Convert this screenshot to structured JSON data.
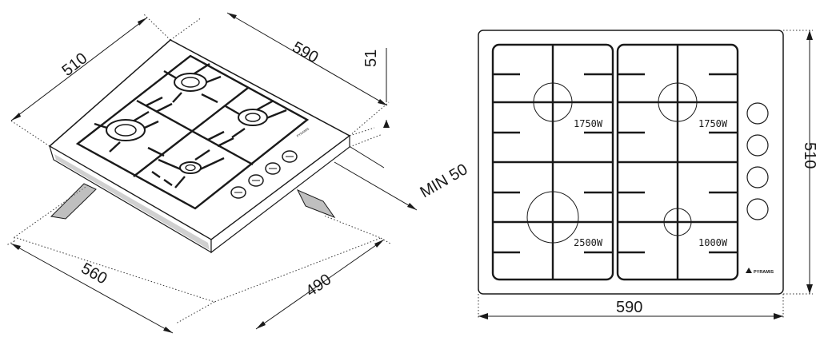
{
  "iso_view": {
    "dim_depth": "510",
    "dim_width": "590",
    "dim_height": "51",
    "dim_min_clearance": "MIN 50",
    "dim_cutout_width": "560",
    "dim_cutout_depth": "490",
    "brand": "PYRAMIS"
  },
  "top_view": {
    "burners": [
      {
        "position": "rear-left",
        "power": "1750W"
      },
      {
        "position": "rear-right",
        "power": "1750W"
      },
      {
        "position": "front-left",
        "power": "2500W"
      },
      {
        "position": "front-right",
        "power": "1000W"
      }
    ],
    "knob_count": 4,
    "brand": "PYRAMIS",
    "dim_width": "590",
    "dim_depth": "510"
  }
}
